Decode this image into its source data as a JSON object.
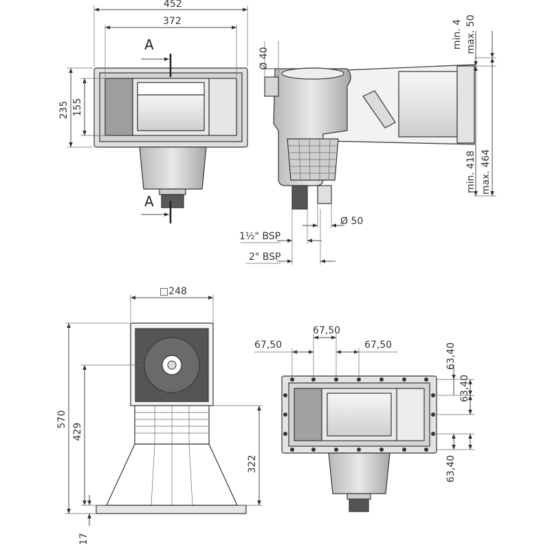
{
  "front_view": {
    "width_total": "452",
    "width_inner": "372",
    "height_total": "235",
    "height_inner": "155",
    "section_top": "A",
    "section_bottom": "A"
  },
  "side_view": {
    "diameter_top": "Ø 40",
    "top_min": "min. 4",
    "top_max": "max. 50",
    "depth_min": "min. 418",
    "depth_max": "max. 464",
    "outlet_diameter": "Ø 50",
    "thread_small": "1½\" BSP",
    "thread_large": "2\" BSP"
  },
  "bottom_view": {
    "square": "□248",
    "height_total": "570",
    "height_mid": "429",
    "height_body": "322",
    "base": "17"
  },
  "flange_view": {
    "spacing_left": "67,50",
    "spacing_center": "67,50",
    "spacing_right": "67,50",
    "vertical_1": "63,40",
    "vertical_2": "63,40",
    "vertical_3": "63,40"
  }
}
